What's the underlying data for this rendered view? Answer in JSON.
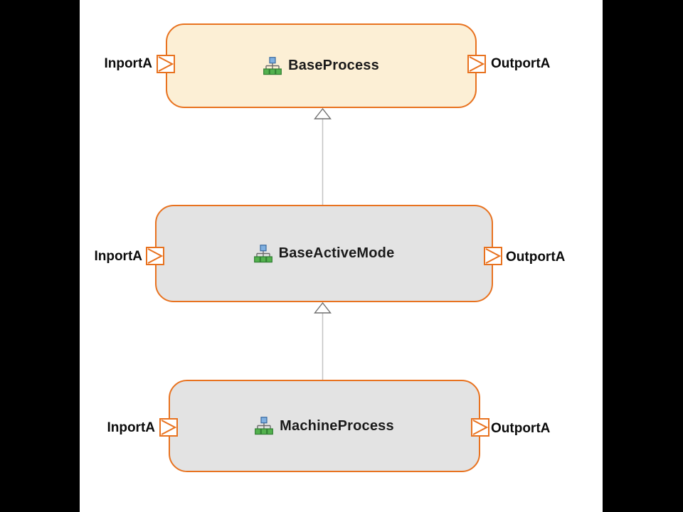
{
  "diagram": {
    "kind": "component-inheritance-diagram",
    "nodes": [
      {
        "name": "BaseProcess",
        "icon": "hierarchy-icon",
        "fill": "#FCEFD5",
        "ports": {
          "left": "InportA",
          "right": "OutportA"
        }
      },
      {
        "name": "BaseActiveMode",
        "icon": "hierarchy-icon",
        "fill": "#E3E3E3",
        "ports": {
          "left": "InportA",
          "right": "OutportA"
        }
      },
      {
        "name": "MachineProcess",
        "icon": "hierarchy-icon",
        "fill": "#E3E3E3",
        "ports": {
          "left": "InportA",
          "right": "OutportA"
        }
      }
    ],
    "edges": [
      {
        "type": "generalization",
        "from": "BaseActiveMode",
        "to": "BaseProcess"
      },
      {
        "type": "generalization",
        "from": "MachineProcess",
        "to": "BaseActiveMode"
      }
    ],
    "colors": {
      "node_border": "#E8721F",
      "base_fill": "#FCEFD5",
      "derived_fill": "#E3E3E3",
      "port_fill": "#FFFFFF",
      "edge_line": "#C2C2C2",
      "edge_arrow_outline": "#6E6E6E",
      "icon_blue": "#7FAFE0",
      "icon_green": "#53B14E",
      "letterbox": "#000000"
    }
  }
}
